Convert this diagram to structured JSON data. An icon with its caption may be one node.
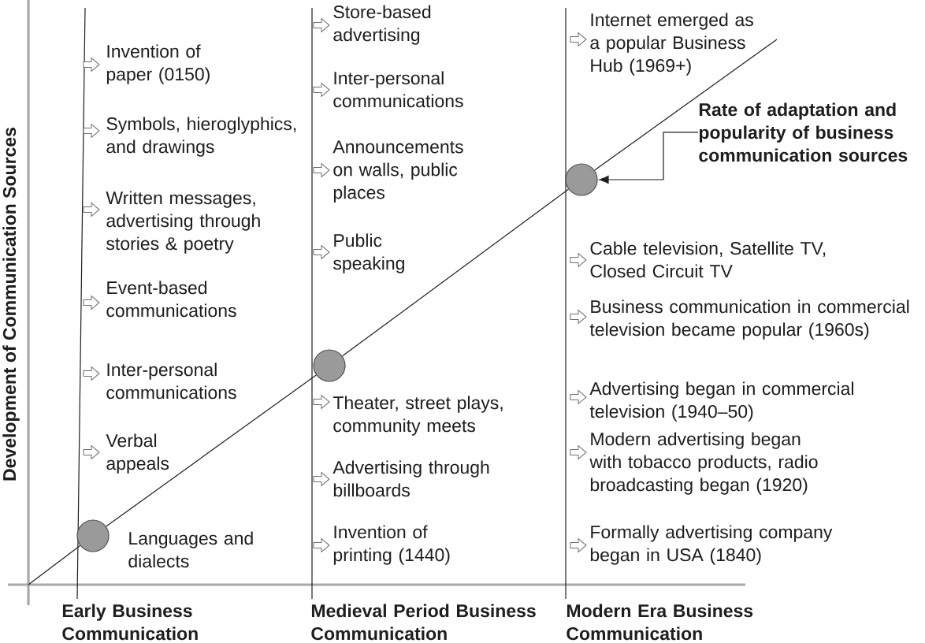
{
  "diagram": {
    "nodes": [
      {
        "text": [],
        "shape": "circle"
      },
      {
        "text": [],
        "shape": "circle"
      },
      {
        "text": [],
        "shape": "circle"
      },
      {
        "text": [
          "Rate of adaptation and popularity of business communication sources"
        ]
      }
    ],
    "edges": [
      {
        "from": null,
        "to": 0,
        "arrow": "none"
      },
      {
        "from": 0,
        "to": 1,
        "arrow": "none"
      },
      {
        "from": 1,
        "to": 2,
        "arrow": "none"
      },
      {
        "from": 2,
        "to": null,
        "arrow": "none"
      },
      {
        "from": 3,
        "to": 2,
        "arrow": "to"
      }
    ],
    "labels": [
      "Development of Communication Sources",
      "Invention of paper (0150)",
      "Symbols, hieroglyphics, and drawings",
      "Written messages, advertising through stories & poetry",
      "Event-based communications",
      "Inter-personal communications",
      "Verbal appeals",
      "Languages and dialects",
      "Store-based advertising",
      "Inter-personal communications",
      "Announcements on walls, public places",
      "Public speaking",
      "Theater, street plays, community meets",
      "Advertising through billboards",
      "Invention of printing (1440)",
      "Internet emerged as a popular Business Hub (1969+)",
      "Cable television, Satellite TV, Closed Circuit TV",
      "Business communication in commercial television became popular (1960s)",
      "Advertising began in commercial television (1940–50)",
      "Modern advertising began with tobacco products, radio broadcasting began (1920)",
      "Formally advertising company began in USA (1840)",
      "Early Business Communication",
      "Medieval Period Business Communication",
      "Modern Era Business Communication"
    ]
  }
}
